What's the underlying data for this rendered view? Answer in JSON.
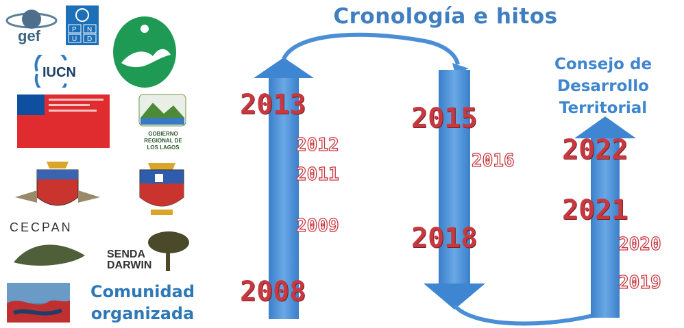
{
  "title": "Cronología e hitos",
  "council": {
    "line1": "Consejo de",
    "line2": "Desarrollo",
    "line3": "Territorial"
  },
  "community": {
    "line1": "Comunidad",
    "line2": "organizada"
  },
  "years": {
    "y2013": "2013",
    "y2012": "2012",
    "y2011": "2011",
    "y2009": "2009",
    "y2008": "2008",
    "y2015": "2015",
    "y2016": "2016",
    "y2018": "2018",
    "y2022": "2022",
    "y2021": "2021",
    "y2020": "2020",
    "y2019": "2019"
  },
  "logos": {
    "gef": "gef",
    "pnud": [
      "P",
      "N",
      "U",
      "D"
    ],
    "iucn": "IUCN",
    "gobierno": [
      "GOBIERNO",
      "REGIONAL DE",
      "LOS LAGOS"
    ],
    "cecpan": "CECPAN",
    "senda": [
      "SENDA",
      "DARWIN"
    ]
  },
  "colors": {
    "arrow": "#4a8fd6",
    "year": "#c8383f",
    "heading": "#3f7fbf"
  }
}
